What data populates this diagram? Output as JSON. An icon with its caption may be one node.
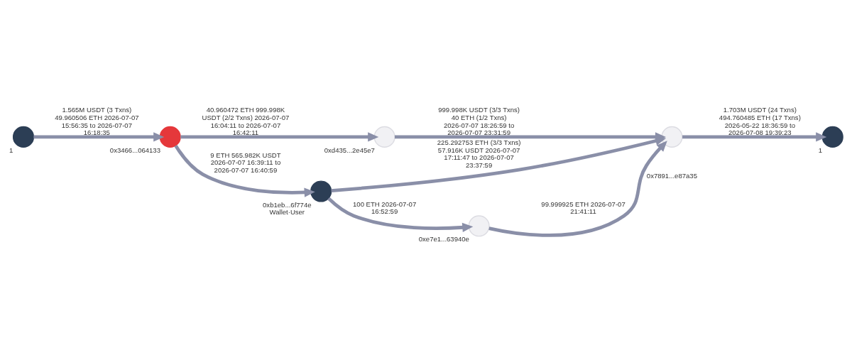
{
  "diagram": {
    "nodes": [
      {
        "text": [],
        "shape": "circle",
        "beside": [
          "1"
        ]
      },
      {
        "text": [],
        "shape": "circle",
        "beside": [
          "0x3466...064133"
        ]
      },
      {
        "text": [],
        "shape": "circle",
        "beside": [
          "0xd435...2e45e7"
        ]
      },
      {
        "text": [],
        "shape": "circle",
        "beside": [
          "0x7891...e87a35"
        ]
      },
      {
        "text": [],
        "shape": "circle",
        "beside": [
          "1"
        ]
      },
      {
        "text": [],
        "shape": "circle",
        "beside": [
          "0xb1eb...6f774e",
          "Wallet·User"
        ]
      },
      {
        "text": [],
        "shape": "circle",
        "beside": [
          "0xe7e1...63940e"
        ]
      }
    ],
    "edges": [
      {
        "from": 0,
        "to": 1,
        "arrow": "to",
        "label": "1.565M USDT (3 Txns) 49.960506 ETH 2026-07-07 15:56:35 to 2026-07-07 16:18:35"
      },
      {
        "from": 1,
        "to": 2,
        "arrow": "to",
        "label": "40.960472 ETH 999.998K USDT (2/2 Txns) 2026-07-07 16:04:11 to 2026-07-07 16:42:11"
      },
      {
        "from": 2,
        "to": 3,
        "arrow": "to",
        "label": "999.998K USDT (3/3 Txns) 40 ETH (1/2 Txns) 2026-07-07 18:26:59 to 2026-07-07 23:31:59"
      },
      {
        "from": 3,
        "to": 4,
        "arrow": "to",
        "label": "1.703M USDT (24 Txns) 494.760485 ETH (17 Txns) 2026-05-22 18:36:59 to 2026-07-08 19:39:23"
      },
      {
        "from": 1,
        "to": 5,
        "arrow": "to",
        "label": "9 ETH 565.982K USDT 2026-07-07 16:39:11 to 2026-07-07 16:40:59"
      },
      {
        "from": 5,
        "to": 3,
        "arrow": "to",
        "label": "225.292753 ETH (3/3 Txns) 57.916K USDT 2026-07-07 17:11:47 to 2026-07-07 23:37:59"
      },
      {
        "from": 5,
        "to": 6,
        "arrow": "to",
        "label": "100 ETH 2026-07-07 16:52:59"
      },
      {
        "from": 6,
        "to": 3,
        "arrow": "to",
        "label": "99.999925 ETH 2026-07-07 21:41:11"
      }
    ]
  }
}
